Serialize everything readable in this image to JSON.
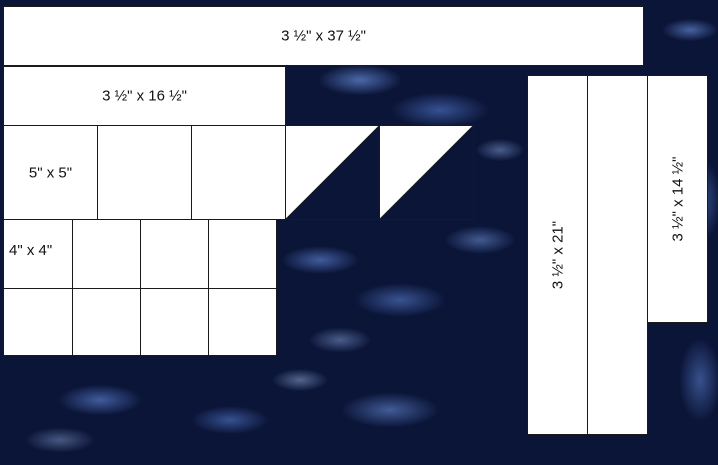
{
  "labels": {
    "strip_37": "3 ½\" x 37 ½\"",
    "strip_16": "3 ½\" x 16 ½\"",
    "square_5": "5\" x 5\"",
    "square_4": "4\" x 4\"",
    "strip_21": "3 ½\" x 21\"",
    "strip_14": "3 ½\" x 14 ½\""
  },
  "colors": {
    "background_fabric": "#0b1538",
    "piece_fill": "#ffffff",
    "seam_line": "#1a1a1a"
  }
}
